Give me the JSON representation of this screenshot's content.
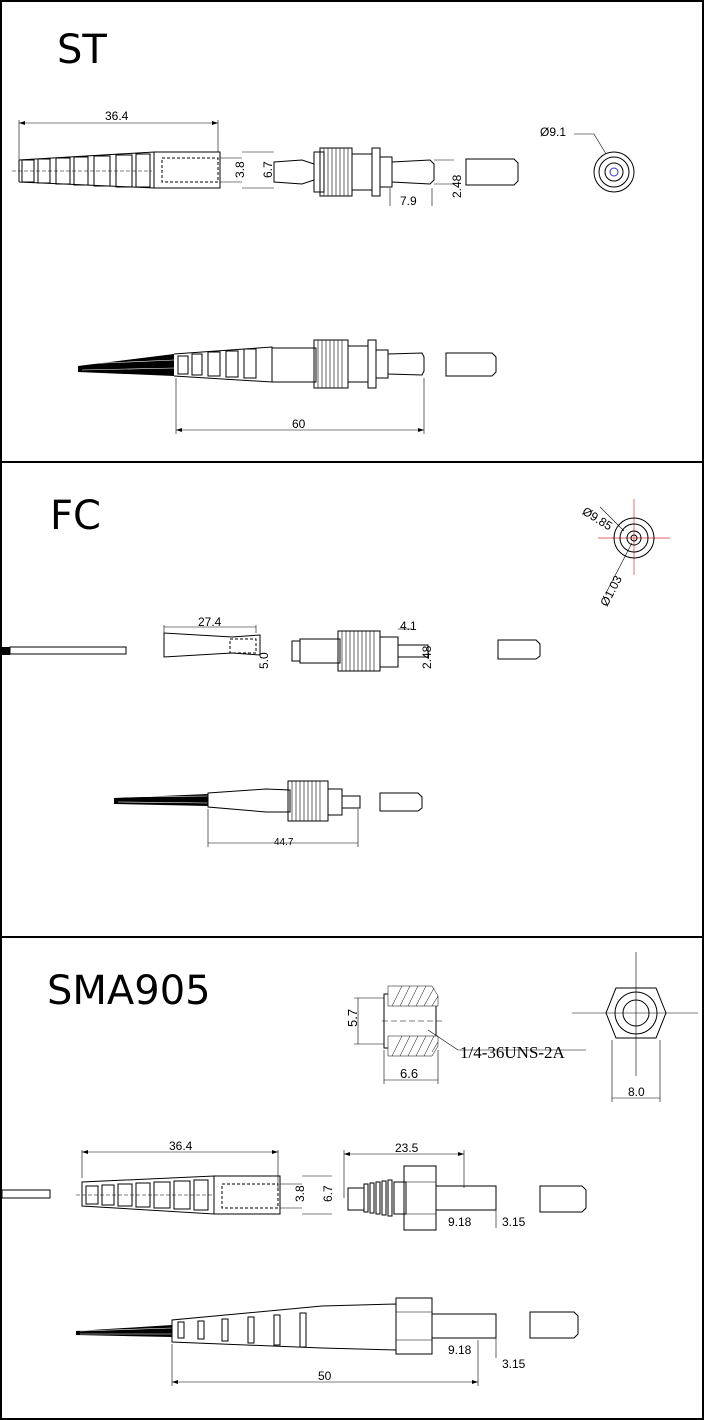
{
  "panels": {
    "st": {
      "title": "ST",
      "dims": {
        "boot_length": "36.4",
        "boot_inner": "3.8",
        "boot_outer": "6.7",
        "ferrule_len": "7.9",
        "ferrule_dia": "2.48",
        "front_dia": "Ø9.1",
        "total_length": "60"
      }
    },
    "fc": {
      "title": "FC",
      "dims": {
        "front_dia": "Ø9.85",
        "bore_dia": "Ø1.03",
        "boot_length": "27.4",
        "boot_dia": "5.0",
        "key_width": "4.1",
        "ferrule_dia": "2.48",
        "total_length": "44.7"
      }
    },
    "sma": {
      "title": "SMA905",
      "dims": {
        "nut_dia": "5.7",
        "thread": "1/4-36UNS-2A",
        "nut_len": "6.6",
        "hex": "8.0",
        "boot_length": "36.4",
        "boot_inner": "3.8",
        "boot_outer": "6.7",
        "body_length": "23.5",
        "ferrule_len": "9.18",
        "ferrule_dia": "3.15",
        "total_length": "50",
        "ferrule_len_2": "9.18",
        "ferrule_dia_2": "3.15"
      }
    }
  }
}
